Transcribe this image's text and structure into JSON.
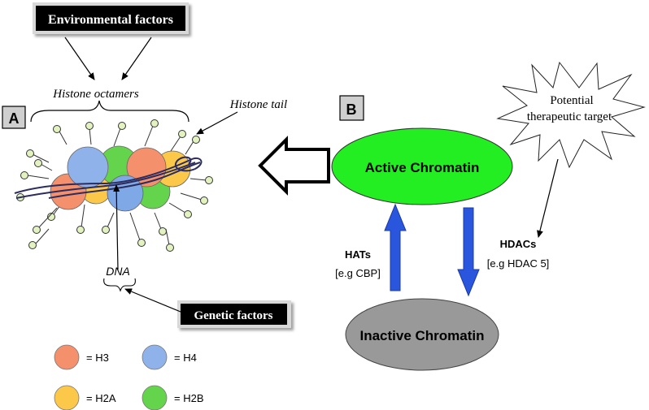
{
  "panel_a": {
    "label": "A",
    "environmental_factors": "Environmental factors",
    "histone_octamers": "Histone octamers",
    "histone_tail": "Histone tail",
    "dna": "DNA",
    "genetic_factors": "Genetic factors",
    "legend": [
      {
        "label": "= H3",
        "color": "#f4906c"
      },
      {
        "label": "= H4",
        "color": "#8fb2ea"
      },
      {
        "label": "= H2A",
        "color": "#fcc84a"
      },
      {
        "label": "= H2B",
        "color": "#64d44c"
      }
    ]
  },
  "panel_b": {
    "label": "B",
    "active_chromatin": "Active Chromatin",
    "inactive_chromatin": "Inactive Chromatin",
    "hats": "HATs",
    "hats_example": "[e.g CBP]",
    "hdacs": "HDACs",
    "hdacs_example": "[e.g HDAC 5]",
    "therapeutic_line1": "Potential",
    "therapeutic_line2": "therapeutic target"
  },
  "colors": {
    "h3": "#f4906c",
    "h4": "#8fb2ea",
    "h2a": "#fcc84a",
    "h2b": "#64d44c",
    "active": "#22ee22",
    "inactive": "#999999",
    "arrow_blue": "#2a55dd",
    "tail_fill": "#e3f3c0",
    "dna": "#2c2c5e"
  }
}
